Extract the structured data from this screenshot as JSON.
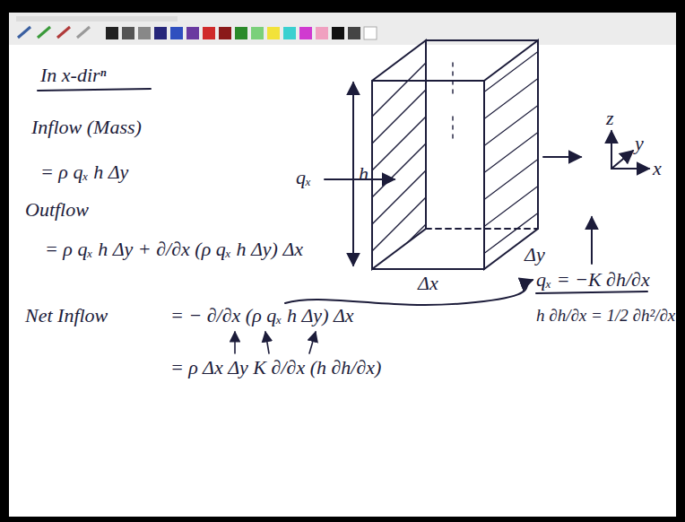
{
  "diagram": {
    "labels": [
      "In x-dirⁿ",
      "Inflow (Mass)",
      "= ρ qₓ h Δy",
      "Outflow",
      "= ρ qₓ h Δy + ∂/∂x (ρ qₓ h Δy) Δx",
      "Net Inflow",
      "= − ∂/∂x (ρ qₓ h Δy) Δx",
      "= ρ Δx Δy K ∂/∂x (h ∂h/∂x)",
      "qₓ",
      "h",
      "Δx",
      "Δy",
      "z",
      "y",
      "x",
      "qₓ = −K ∂h/∂x",
      "h ∂h/∂x = 1/2 ∂h²/∂x"
    ]
  }
}
